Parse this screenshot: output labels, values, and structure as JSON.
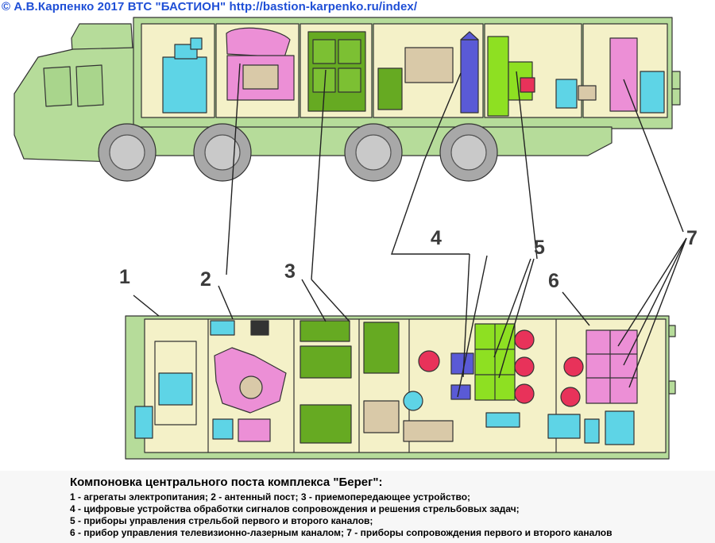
{
  "copyright": "© А.В.Карпенко 2017 ВТС \"БАСТИОН\" http://bastion-karpenko.ru/index/",
  "labels": [
    "1",
    "2",
    "3",
    "4",
    "5",
    "6",
    "7"
  ],
  "caption": {
    "title": "Компоновка центрального поста комплекса \"Берег\":",
    "lines": [
      "1 - агрегаты электропитания; 2 - антенный пост; 3 - приемопередающее устройство;",
      "4 - цифровые устройства обработки сигналов сопровождения и решения стрельбовых задач;",
      "5 - приборы управления стрельбой первого и второго каналов;",
      "6 - прибор управления телевизионно-лазерным каналом; 7 - приборы сопровождения первого и второго каналов"
    ]
  },
  "colors": {
    "body": "#b6dc9a",
    "interior": "#f4f1c8",
    "cyan": "#5ed4e6",
    "pink": "#ec8fd6",
    "green_dark": "#66aa22",
    "green_light": "#8ee022",
    "blue": "#5a5ad6",
    "red": "#e8325a",
    "wheel": "#a8a8a8"
  }
}
